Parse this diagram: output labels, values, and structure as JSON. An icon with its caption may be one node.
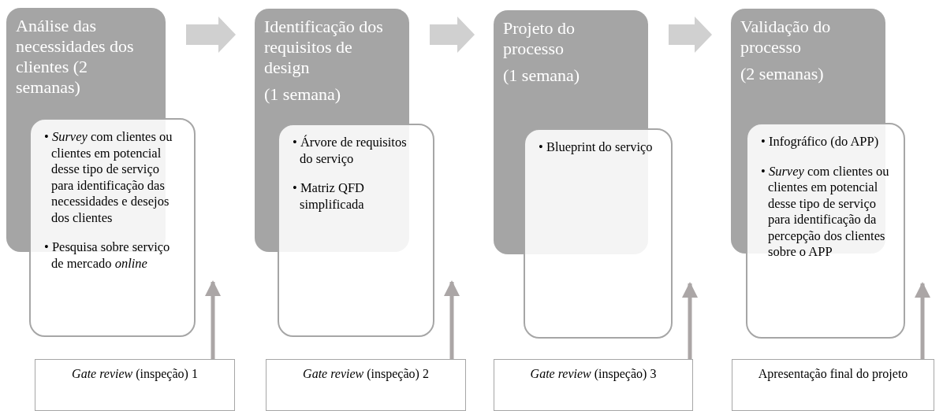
{
  "diagram": {
    "nodes": [
      {
        "text": [
          "Análise das necessidades dos clientes (2 semanas)"
        ]
      },
      {
        "text": [
          "• *Survey* com clientes ou clientes em potencial desse tipo de serviço para identificação das necessidades e desejos dos clientes",
          "• Pesquisa sobre serviço de mercado *online*"
        ]
      },
      {
        "text": [
          "Identificação dos requisitos de design",
          "(1 semana)"
        ]
      },
      {
        "text": [
          "• Árvore de requisitos do serviço",
          "• Matriz QFD simplificada"
        ]
      },
      {
        "text": [
          "Projeto do processo",
          "(1 semana)"
        ]
      },
      {
        "text": [
          "• Blueprint do serviço"
        ]
      },
      {
        "text": [
          "Validação do processo",
          "(2 semanas)"
        ]
      },
      {
        "text": [
          "• Infográfico (do APP)",
          "• *Survey* com clientes ou clientes em potencial desse tipo de serviço para identificação da percepção dos clientes sobre o APP"
        ]
      },
      {
        "text": [
          "*Gate review* (inspeção) 1"
        ]
      },
      {
        "text": [
          "*Gate review* (inspeção) 2"
        ]
      },
      {
        "text": [
          "*Gate review* (inspeção) 3"
        ]
      },
      {
        "text": [
          "Apresentação final do projeto"
        ]
      }
    ],
    "edges": [
      {
        "from": 0,
        "to": 2,
        "arrow": "to",
        "style": "thick",
        "color": "#d0d0d0"
      },
      {
        "from": 2,
        "to": 4,
        "arrow": "to",
        "style": "thick",
        "color": "#d0d0d0"
      },
      {
        "from": 4,
        "to": 6,
        "arrow": "to",
        "style": "thick",
        "color": "#d0d0d0"
      },
      {
        "from": 8,
        "to": 1,
        "arrow": "to"
      },
      {
        "from": 9,
        "to": 3,
        "arrow": "to"
      },
      {
        "from": 10,
        "to": 5,
        "arrow": "to"
      },
      {
        "from": 11,
        "to": 7,
        "arrow": "to"
      }
    ]
  }
}
